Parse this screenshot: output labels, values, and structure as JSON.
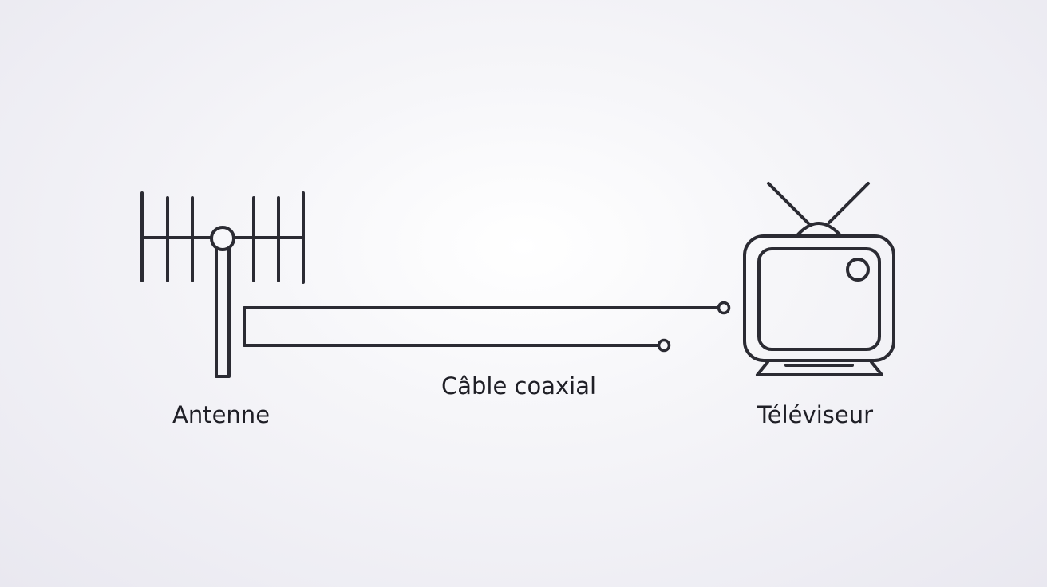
{
  "diagram": {
    "antenna_label": "Antenne",
    "cable_label": "Câble coaxial",
    "tv_label": "Téléviseur"
  },
  "icons": {
    "antenna": "yagi-antenna-icon",
    "tv": "television-icon"
  },
  "colors": {
    "line": "#2b2b33",
    "text": "#1f1f26",
    "background": "#f4f4f7"
  }
}
